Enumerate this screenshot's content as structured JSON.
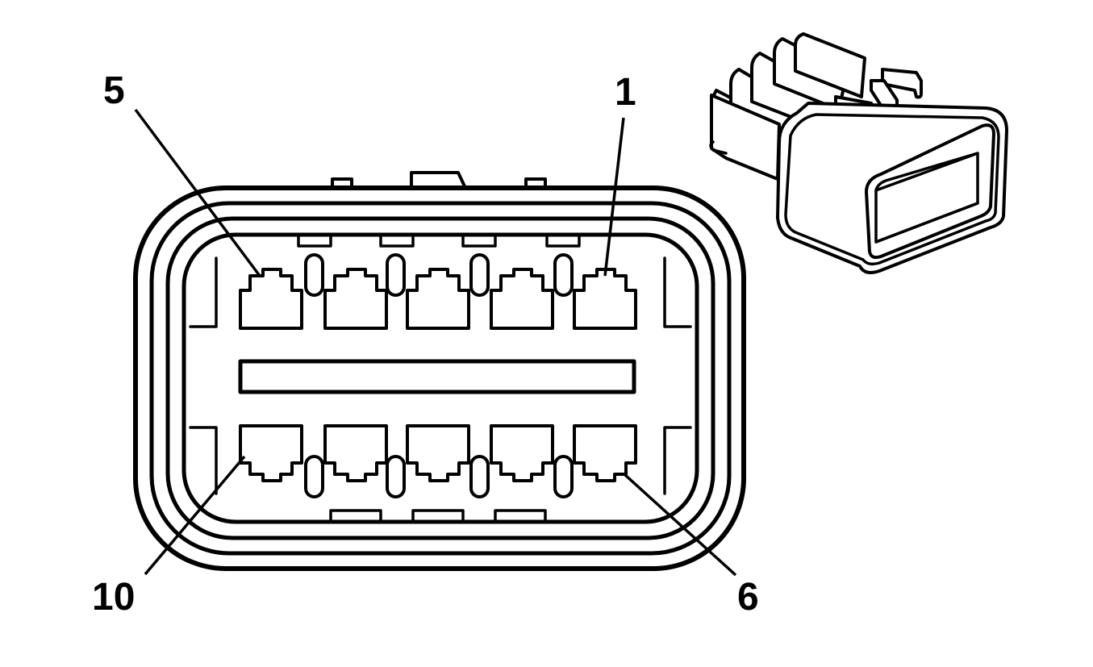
{
  "labels": {
    "pin_top_left": "5",
    "pin_top_right": "1",
    "pin_bottom_left": "10",
    "pin_bottom_right": "6"
  },
  "colors": {
    "line": "#000000",
    "background": "#ffffff"
  }
}
